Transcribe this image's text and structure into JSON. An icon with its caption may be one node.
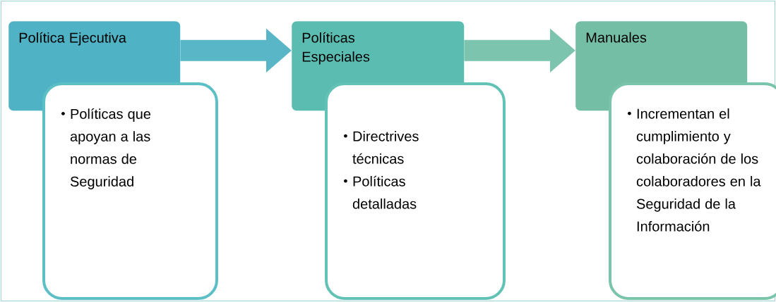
{
  "diagram": {
    "nodes": [
      {
        "text": [
          "Política Ejecutiva"
        ]
      },
      {
        "text": [
          "Políticas que apoyan a las normas de Seguridad"
        ]
      },
      {
        "text": [
          "Políticas Especiales"
        ]
      },
      {
        "text": [
          "Directrives técnicas",
          "Políticas detalladas"
        ]
      },
      {
        "text": [
          "Manuales"
        ]
      },
      {
        "text": [
          "Incrementan el cumplimiento y colaboración de los colaboradores en la Seguridad de la Información"
        ]
      }
    ],
    "edges": [
      {
        "from": 0,
        "to": 2,
        "arrow": "to",
        "color": "#59b6c7"
      },
      {
        "from": 2,
        "to": 4,
        "arrow": "to",
        "color": "#7cc4ad"
      }
    ]
  }
}
